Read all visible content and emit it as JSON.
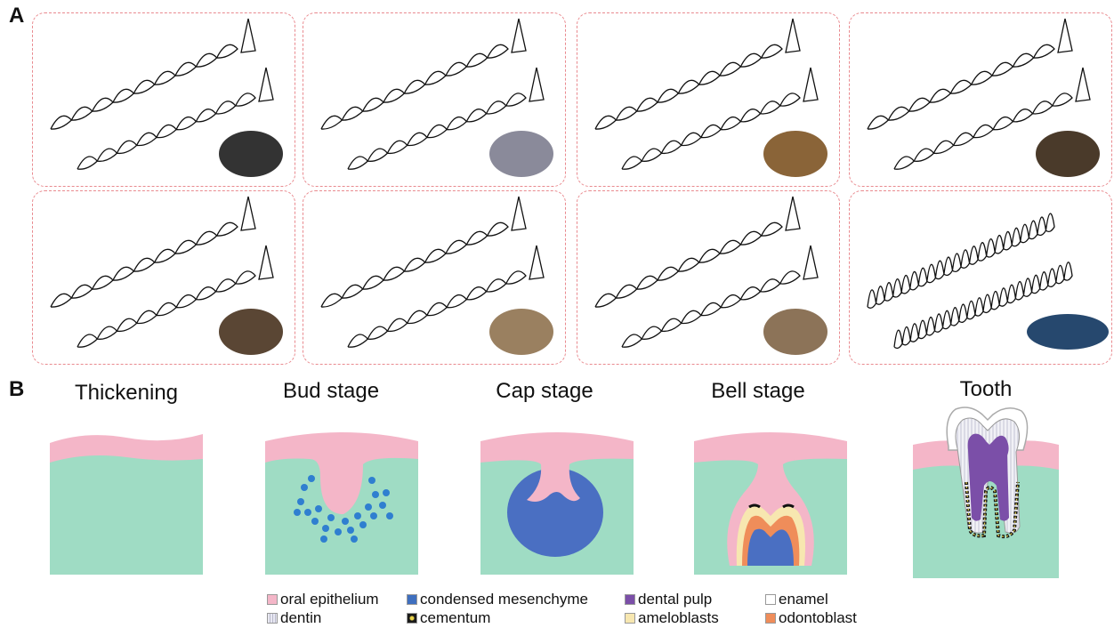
{
  "panels": {
    "a": "A",
    "b": "B"
  },
  "cards": [
    {
      "animal": "panda-photo"
    },
    {
      "animal": "dog-photo"
    },
    {
      "animal": "hyrax-photo"
    },
    {
      "animal": "bat-photo"
    },
    {
      "animal": "boar-photo"
    },
    {
      "animal": "hedgehog-photo"
    },
    {
      "animal": "macaque-photo"
    },
    {
      "animal": "dolphin-photo"
    }
  ],
  "stages": [
    {
      "title": "Thickening"
    },
    {
      "title": "Bud stage"
    },
    {
      "title": "Cap stage"
    },
    {
      "title": "Bell stage"
    },
    {
      "title": "Tooth"
    }
  ],
  "legend": [
    {
      "label": "oral epithelium",
      "color": "#f4b6c8"
    },
    {
      "label": "condensed mesenchyme",
      "color": "#3f6fbf"
    },
    {
      "label": "dental pulp",
      "color": "#7b4fa8"
    },
    {
      "label": "enamel",
      "color": "#ffffff"
    },
    {
      "label": "dentin",
      "color": "#e9e9f2"
    },
    {
      "label": "cementum",
      "color": "#1a1a1a"
    },
    {
      "label": "ameloblasts",
      "color": "#f7e7b0"
    },
    {
      "label": "odontoblast",
      "color": "#ef8d5a"
    }
  ],
  "colors": {
    "mesenchyme_bg": "#9fdcc4",
    "card_border": "#e98a8f"
  }
}
